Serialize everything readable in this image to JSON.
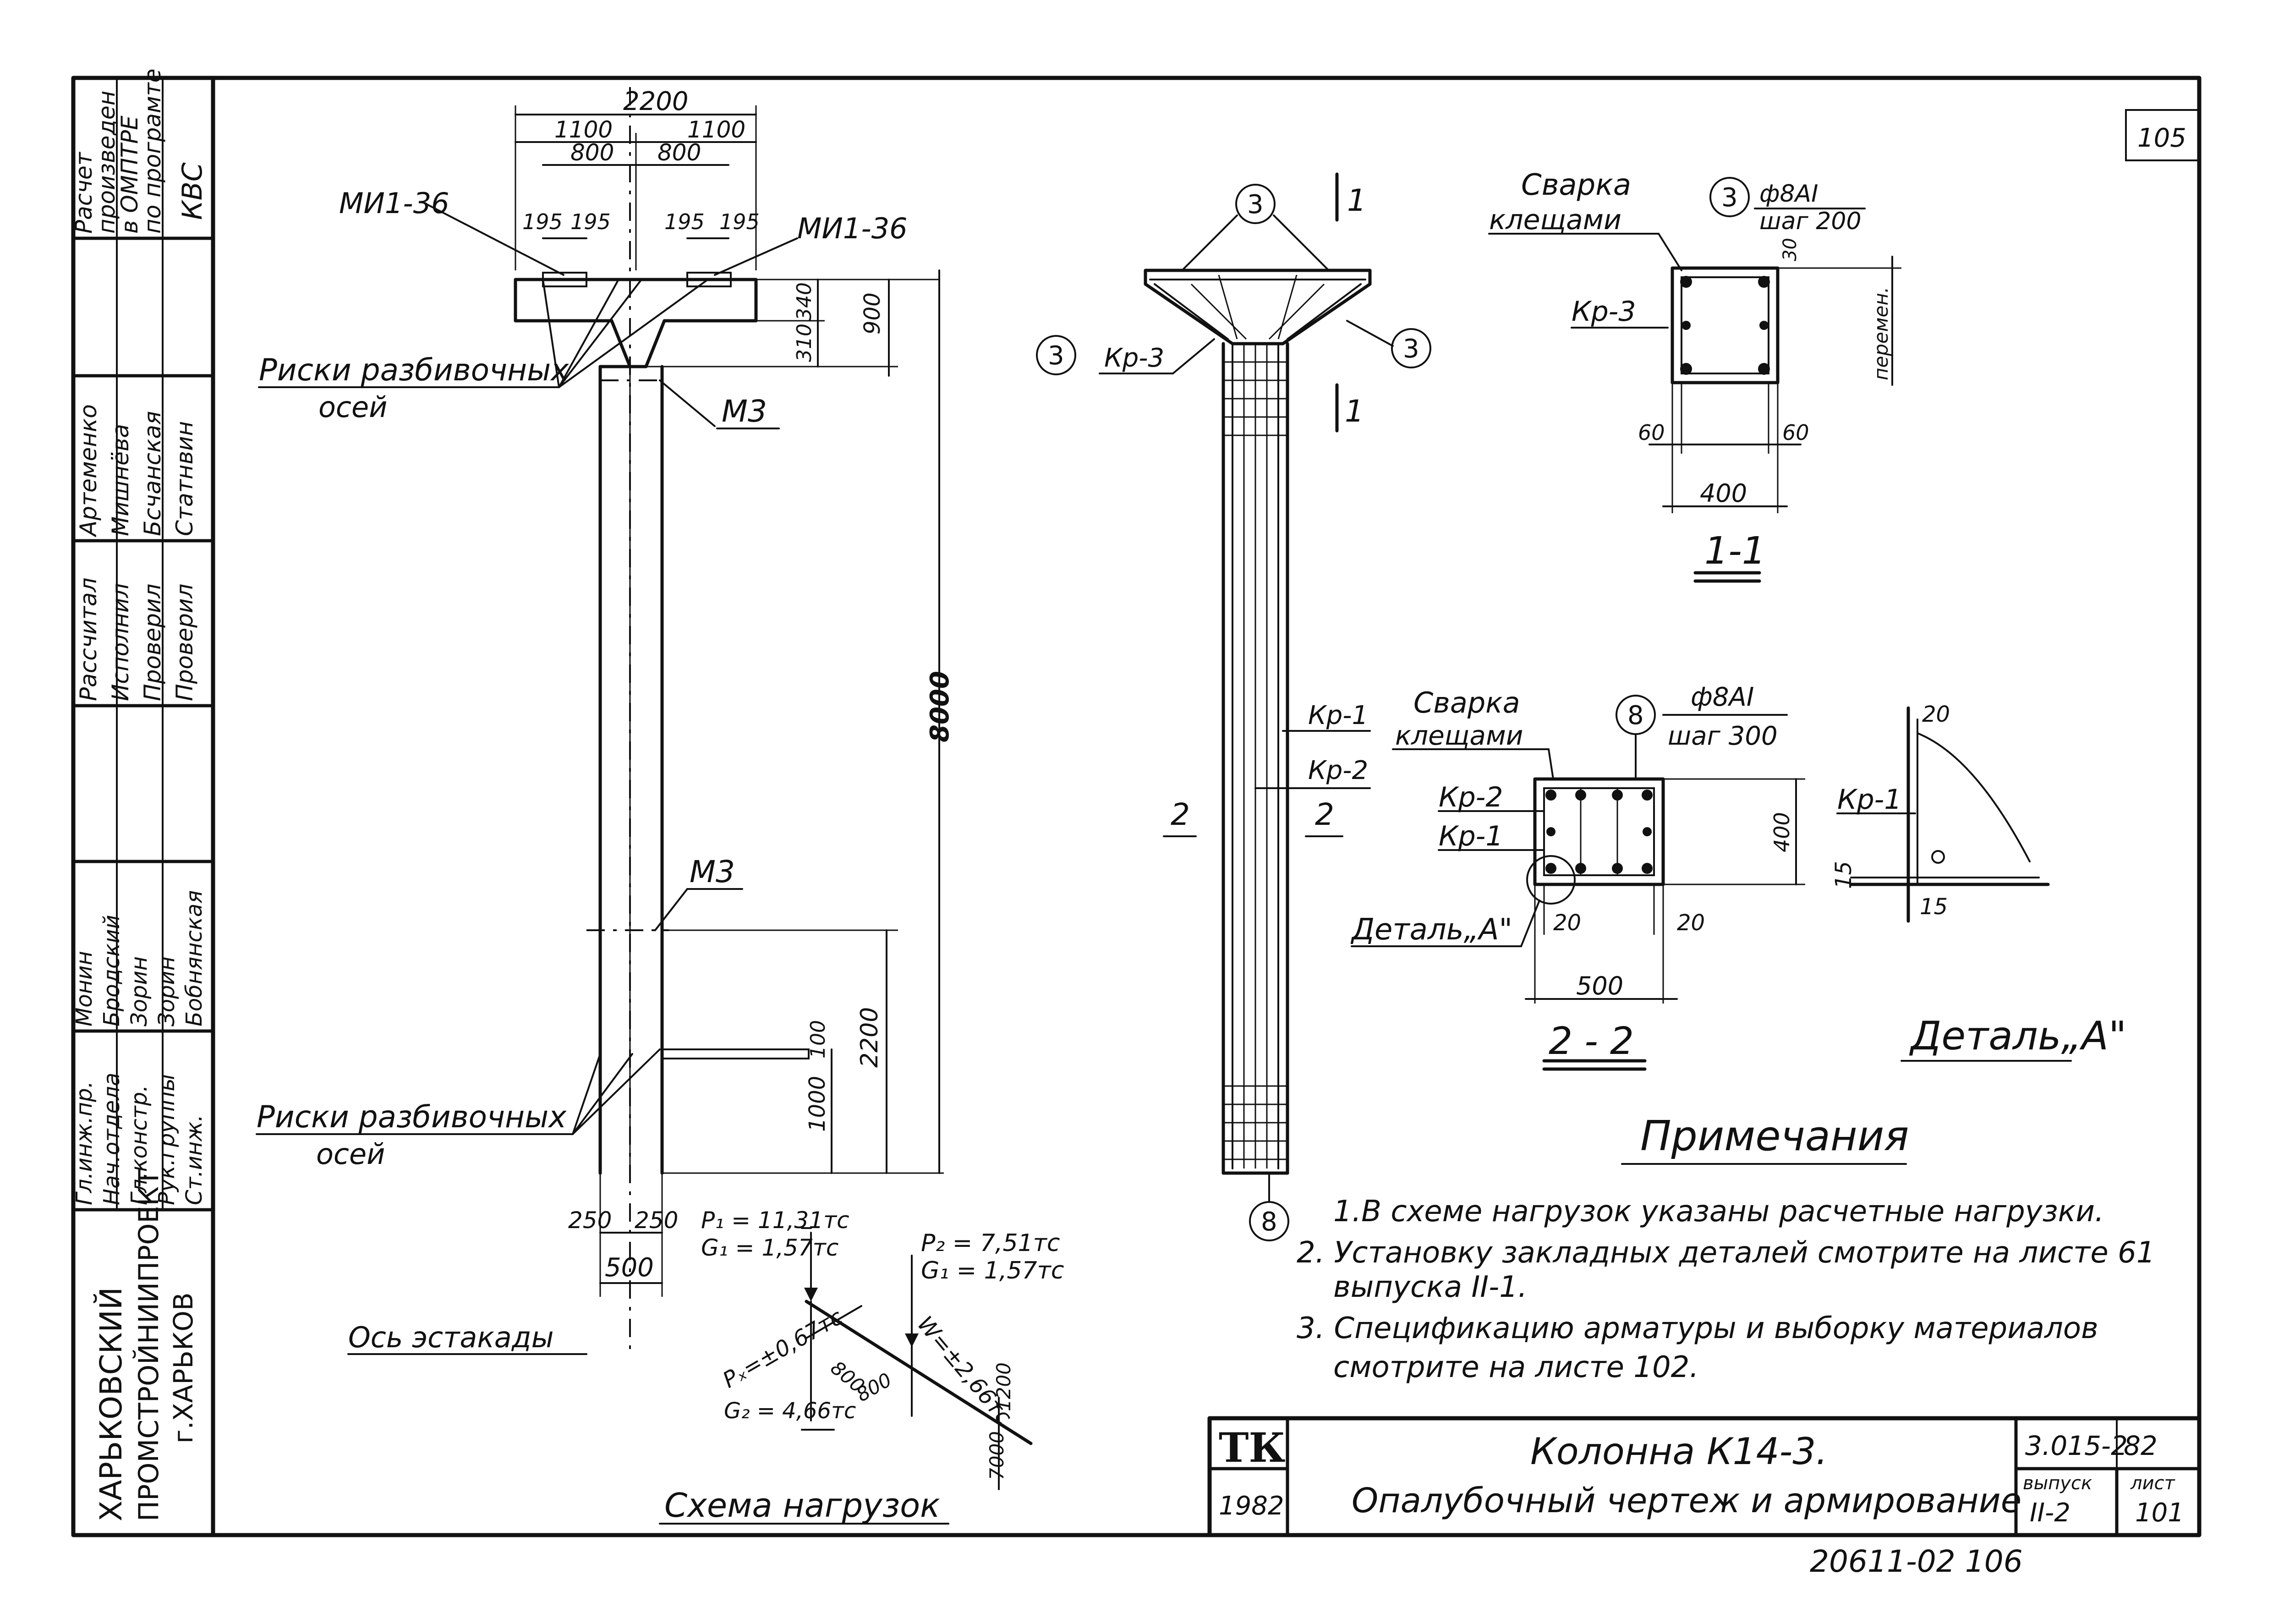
{
  "sheet_number_top": "105",
  "stamp_column": {
    "note": [
      "Расчет",
      "произведен",
      "в ОМПТРЕ",
      "по програмте",
      "КВС"
    ],
    "roles": [
      "Гл.инж.пр.",
      "Нач.отдела",
      "Гл.констр.",
      "Рук.группы",
      "Ст.инж."
    ],
    "names": [
      "Монин",
      "Бродский",
      "Зорин",
      "Зорин",
      "Бобнянская"
    ],
    "roles2": [
      "Рассчитал",
      "Исполнил",
      "Проверил",
      "Проверил"
    ],
    "names2": [
      "Артеменко",
      "Мишнёва",
      "Бсчанская",
      "Статнвин"
    ],
    "org": [
      "ХАРЬКОВСКИЙ",
      "ПРОМСТРОЙНИИПРОЕКТ",
      "г.ХАРЬКОВ"
    ]
  },
  "column_view": {
    "dim_2200": "2200",
    "dim_1100_left": "1100",
    "dim_1100_right": "1100",
    "dim_800_left": "800",
    "dim_800_right": "800",
    "dim_195_a": "195",
    "dim_195_b": "195",
    "dim_195_c": "195",
    "dim_195_d": "195",
    "mi_left": "МИ1-36",
    "mi_right": "МИ1-36",
    "dim_340": "340",
    "dim_310": "310",
    "dim_900": "900",
    "marks_top": "Риски разбивочных",
    "marks_top_2": "осей",
    "m3_top": "М3",
    "dim_8000": "8000",
    "m3_mid": "М3",
    "dim_2200_low": "2200",
    "dim_100": "100",
    "dim_1000": "1000",
    "marks_bottom": "Риски разбивочных",
    "marks_bottom_2": "осей",
    "dim_250_l": "250",
    "dim_250_r": "250",
    "dim_500": "500",
    "axis_label": "Ось эстакады"
  },
  "load_scheme": {
    "p1": "P₁ = 11,31тс",
    "g1a": "G₁ = 1,57тс",
    "p2": "P₂ = 7,51тс",
    "g1b": "G₁ = 1,57тс",
    "px": "Pₓ=±0,67тс",
    "w": "W=±2,66тс",
    "g2": "G₂ = 4,66тс",
    "d800a": "800",
    "d800b": "800",
    "d1200": "1200",
    "d7000": "7000",
    "title": "Схема нагрузок"
  },
  "rebar_view": {
    "c3_top": "3",
    "c3_left": "3",
    "c3_right": "3",
    "kp3": "Кр-3",
    "sec1_top": "1",
    "sec1_bot": "1",
    "kp1": "Кр-1",
    "kp2": "Кр-2",
    "sec2_left": "2",
    "sec2_right": "2",
    "c8": "8"
  },
  "section_1": {
    "weld": "Сварка",
    "weld2": "клещами",
    "c3": "3",
    "phi": "ф8АI",
    "step": "шаг 200",
    "d30": "30",
    "kp3": "Кр-3",
    "variable": "перемен.",
    "d60l": "60",
    "d60r": "60",
    "d400": "400",
    "title": "1-1"
  },
  "section_2": {
    "weld": "Сварка",
    "weld2": "клещами",
    "c8": "8",
    "phi": "ф8АI",
    "step": "шаг 300",
    "kp2": "Кр-2",
    "kp1": "Кр-1",
    "d400": "400",
    "detail_ref": "Деталь„А\"",
    "d20l": "20",
    "d20r": "20",
    "d500": "500",
    "title": "2 - 2"
  },
  "detail_a": {
    "d20": "20",
    "kp1": "Кр-1",
    "d15a": "15",
    "d15b": "15",
    "title": "Деталь„А\""
  },
  "notes": {
    "heading": "Примечания",
    "items": [
      "1.В схеме нагрузок указаны расчетные нагрузки.",
      "2. Установку закладных деталей смотрите на листе 61",
      "выпуска II-1.",
      "3. Спецификацию арматуры и выборку материалов",
      "смотрите на листе 102."
    ]
  },
  "title_block": {
    "tk": "ТК",
    "year": "1982",
    "title1": "Колонна К14-3.",
    "title2": "Опалубочный чертеж и армирование",
    "code": "3.015-2",
    "code2": "82",
    "issue_label": "выпуск",
    "issue": "II-2",
    "sheet_label": "лист",
    "sheet": "101"
  },
  "bottom_stamp": "20611-02  106"
}
